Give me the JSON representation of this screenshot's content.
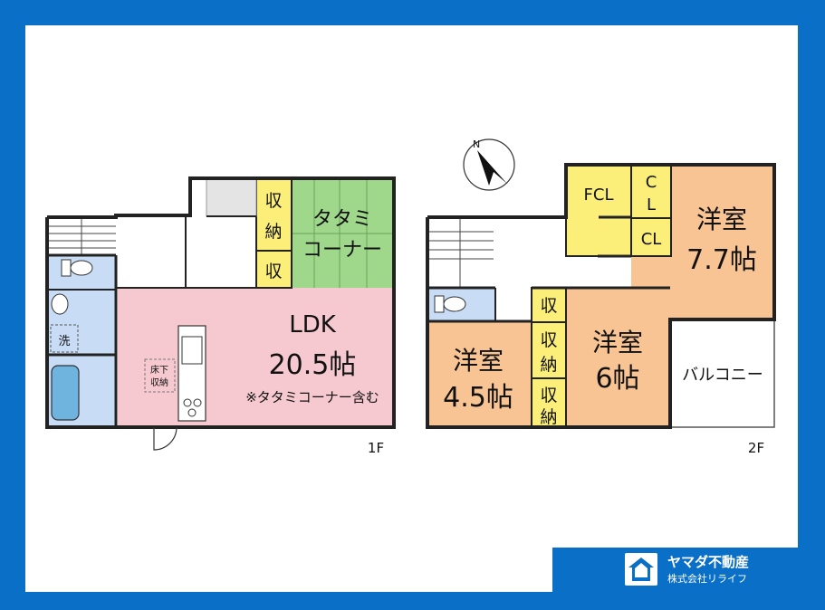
{
  "brand": {
    "name": "ヤマダ不動産",
    "company": "株式会社リライフ",
    "logo_icon": "house-shield-icon"
  },
  "compass": {
    "north": "N"
  },
  "floor1": {
    "label": "1F",
    "ldk_name": "LDK",
    "ldk_size": "20.5帖",
    "ldk_note": "※タタミコーナー含む",
    "tatami_line1": "タタミ",
    "tatami_line2": "コーナー",
    "storage_line1": "収",
    "storage_line2": "納",
    "storage_small": "収",
    "underfloor_line1": "床下",
    "underfloor_line2": "収納",
    "washroom": "洗"
  },
  "floor2": {
    "label": "2F",
    "room_a_name": "洋室",
    "room_a_size": "7.7帖",
    "room_b_name": "洋室",
    "room_b_size": "6帖",
    "room_c_name": "洋室",
    "room_c_size": "4.5帖",
    "fcl": "FCL",
    "cl_top_1": "C",
    "cl_top_2": "L",
    "cl_bottom": "CL",
    "balcony": "バルコニー",
    "storage_small": "収",
    "storage_line1": "収",
    "storage_line2": "納"
  },
  "colors": {
    "frame": "#0a6fc7",
    "ldk": "#f5c9cf",
    "tatami": "#9fd88a",
    "bedroom": "#f9c494",
    "storage": "#fbef7a",
    "wet": "#c9dcf5",
    "wall": "#222222"
  }
}
